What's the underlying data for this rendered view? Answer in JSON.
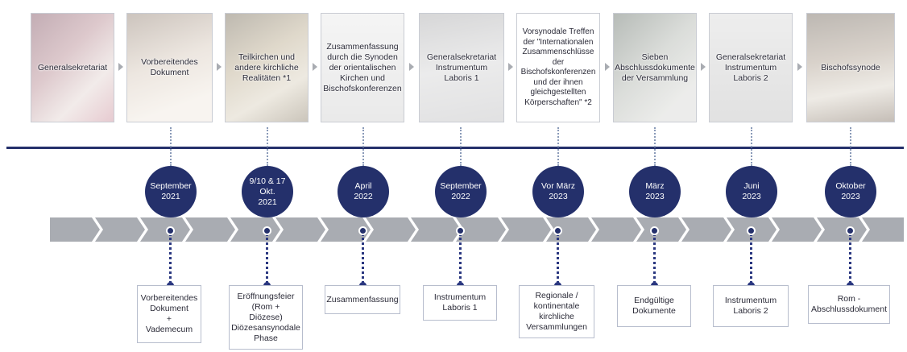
{
  "stages": [
    {
      "text": "Generalsekretariat",
      "tone": "#b07a84"
    },
    {
      "text": "Vorbereitendes\nDokument",
      "tone": "#c2b1a2"
    },
    {
      "text": "Teilkirchen und\nandere kirchliche\nRealitäten *1",
      "tone": "#9d8d72"
    },
    {
      "text": "Zusammenfassung\ndurch die Synoden\nder orientalischen\nKirchen und\nBischofskonferenzen",
      "tone": "#c9c9c9"
    },
    {
      "text": "Generalsekretariat\nInstrumentum\nLaboris 1",
      "tone": "#b9b9bb"
    },
    {
      "text": "Vorsynodale Treffen\nder \"Internationalen\nZusammenschlüsse\nder\nBischofskonferenzen\nund der ihnen\ngleichgestellten\nKörperschaften\" *2",
      "tone": "#ffffff"
    },
    {
      "text": "Sieben\nAbschlussdokumente\nder Versammlung",
      "tone": "#a7aba7"
    },
    {
      "text": "Generalsekretariat\nInstrumentum\nLaboris 2",
      "tone": "#c7c7c7"
    },
    {
      "text": "Bischofssynode",
      "tone": "#8b7f73"
    }
  ],
  "dates": [
    "September\n2021",
    "9/10 & 17\nOkt.\n2021",
    "April\n2022",
    "September\n2022",
    "Vor März\n2023",
    "März\n2023",
    "Juni\n2023",
    "Oktober\n2023"
  ],
  "outputs": [
    "Vorbereitendes\nDokument\n+\nVademecum",
    "Eröffnungsfeier\n(Rom +\nDiözese)\nDiözesansynodale\nPhase",
    "Zusammenfassung",
    "Instrumentum\nLaboris 1",
    "Regionale /\nkontinentale\nkirchliche\nVersammlungen",
    "Endgültige\nDokumente",
    "Instrumentum\nLaboris 2",
    "Rom -\nAbschlussdokument"
  ],
  "colors": {
    "navy": "#24306b",
    "band": "#a9acb2",
    "border": "#c9ccd3"
  }
}
